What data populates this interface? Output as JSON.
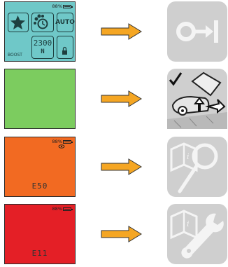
{
  "rows": [
    {
      "screen": {
        "color": "#6fc8c8",
        "battery": "88%",
        "auto_label": "AUTO",
        "digits": "2300",
        "unit": "N",
        "bottom_left_label": "BOOST"
      },
      "action_icon": "start-arrow-icon"
    },
    {
      "screen": {
        "color": "#7ccc5f"
      },
      "action_icon": "checkmark-lift-mower-icon"
    },
    {
      "screen": {
        "color": "#f26a22",
        "battery": "88%",
        "code": "E50"
      },
      "action_icon": "manual-magnifier-icon"
    },
    {
      "screen": {
        "color": "#e41f26",
        "battery": "88%",
        "code": "E11"
      },
      "action_icon": "manual-wrench-icon"
    }
  ],
  "colors": {
    "arrow": "#f5a623",
    "tile": "#cfcfcf",
    "tile_glyph": "#f4f4f4"
  }
}
